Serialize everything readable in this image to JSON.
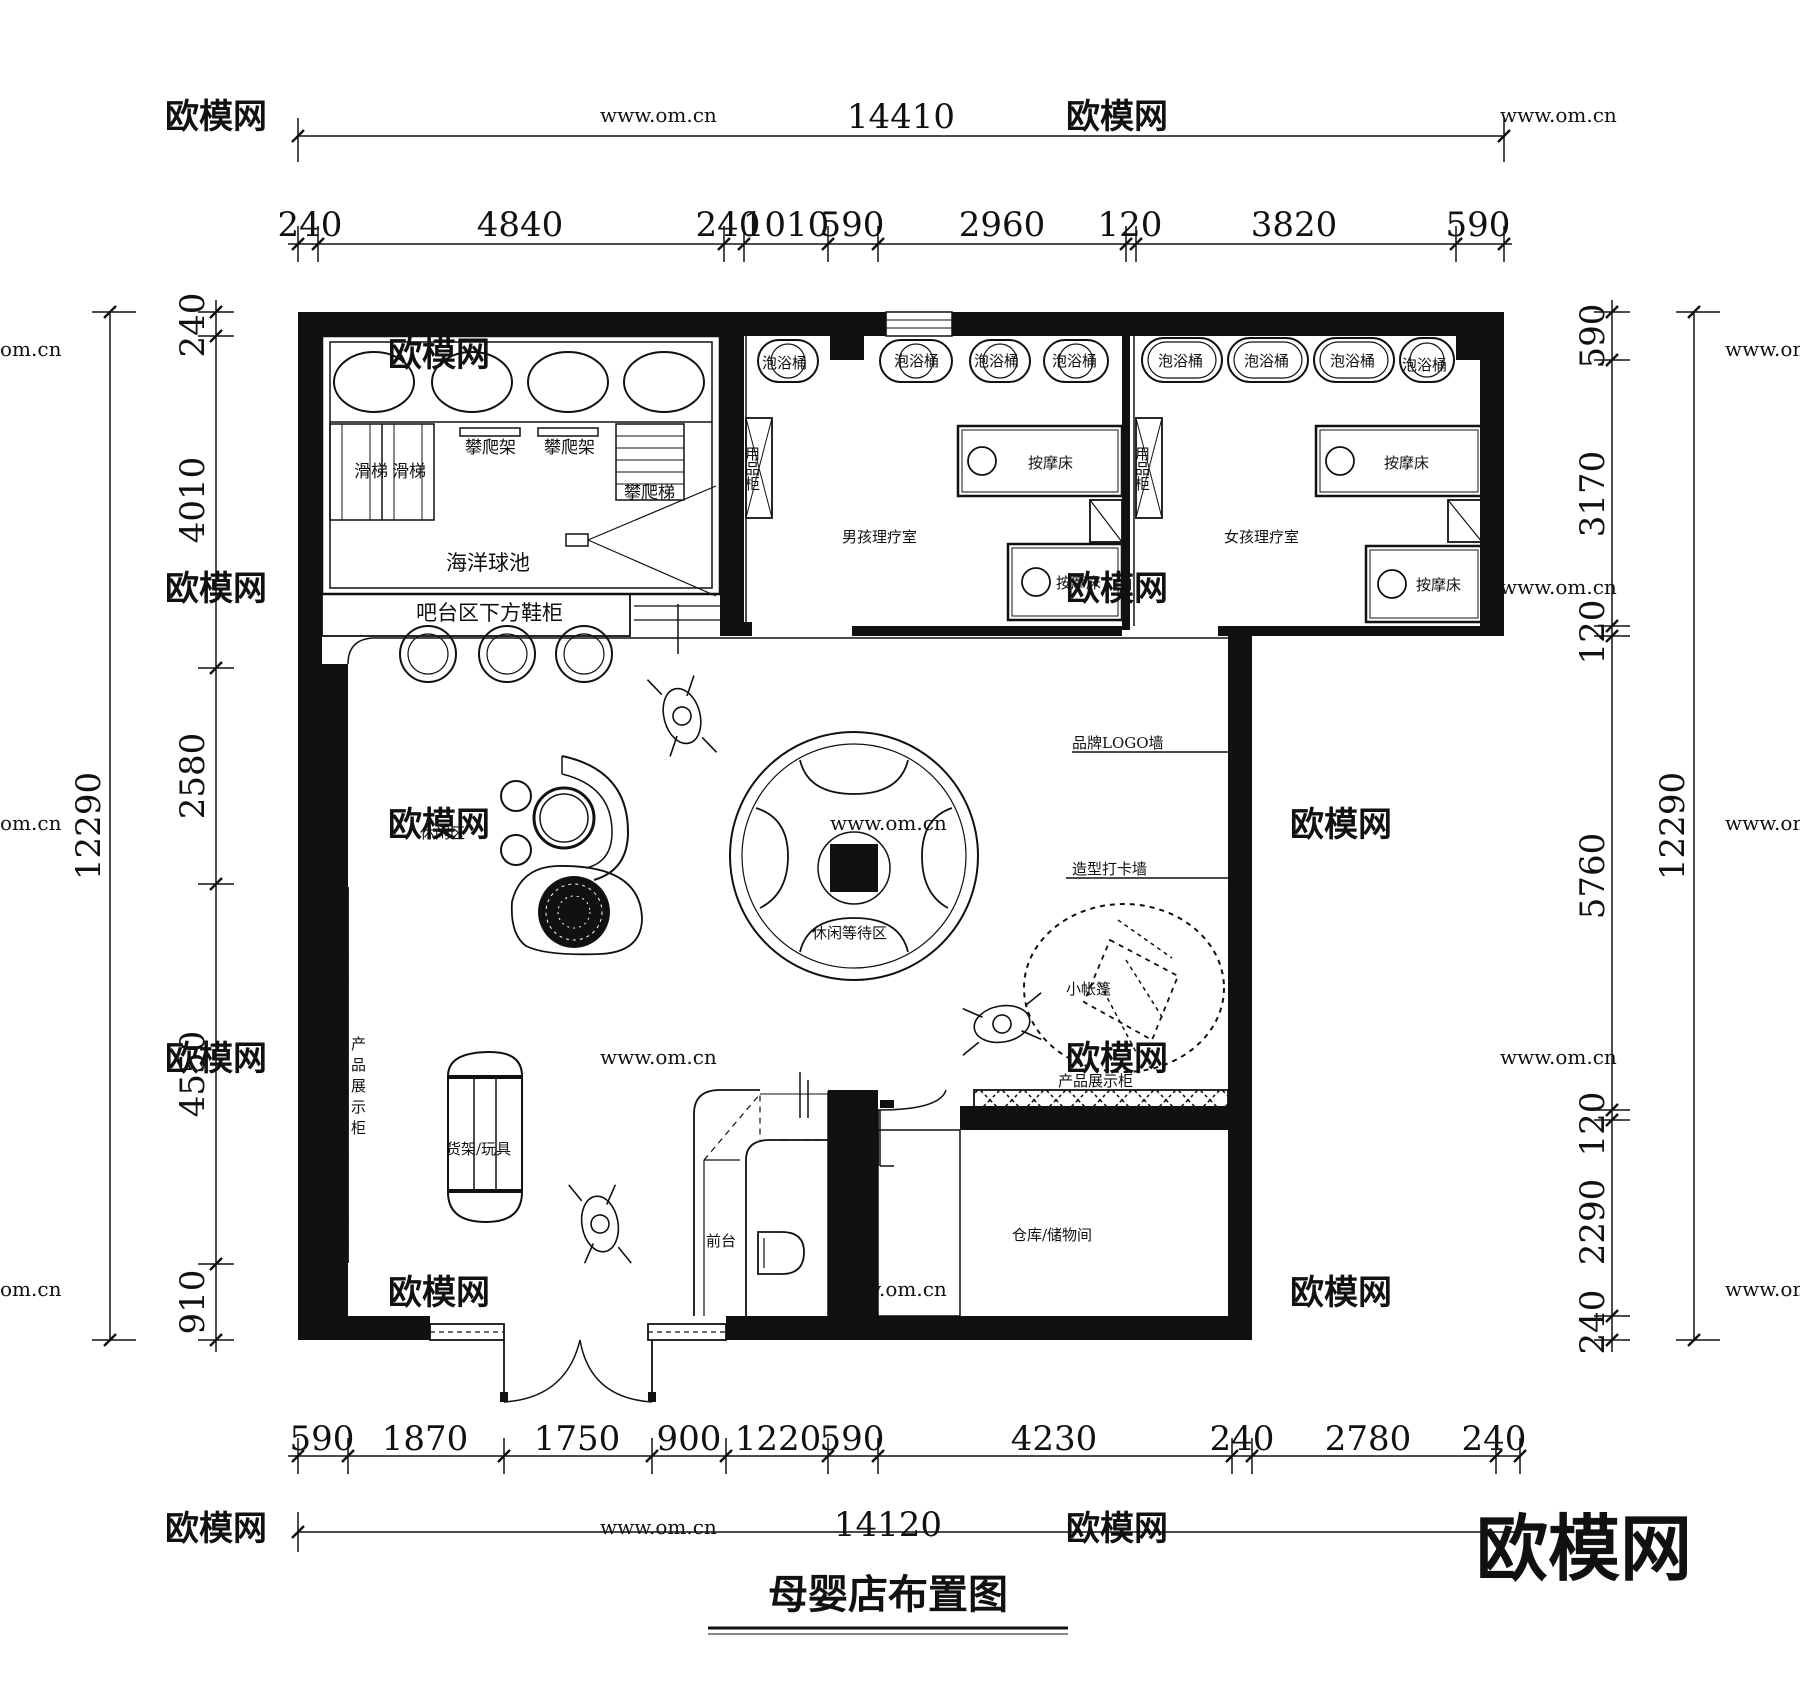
{
  "drawing": {
    "title": "母婴店布置图",
    "watermark": "欧模网",
    "watermark_url": "www.om.cn",
    "watermark_domain": "om.cn"
  },
  "dimensions": {
    "top_total": "14410",
    "top_segments": [
      "240",
      "4840",
      "240",
      "1010",
      "590",
      "2960",
      "120",
      "3820",
      "590"
    ],
    "bottom_total": "14120",
    "bottom_segments": [
      "590",
      "1870",
      "1750",
      "900",
      "1220",
      "590",
      "4230",
      "240",
      "2780",
      "240"
    ],
    "left_total": "12290",
    "left_segments": [
      "240",
      "4010",
      "2580",
      "4550",
      "910"
    ],
    "right_total": "12290",
    "right_segments": [
      "590",
      "3170",
      "120",
      "5760",
      "120",
      "2290",
      "240"
    ]
  },
  "labels": {
    "ball_pool": "海洋球池",
    "slide_1": "滑梯",
    "slide_2": "滑梯",
    "climb_frame_1": "攀爬架",
    "climb_frame_2": "攀爬架",
    "climb_ladder": "攀爬梯",
    "shoe_cabinet": "吧台区下方鞋柜",
    "boys_room": "男孩理疗室",
    "girls_room": "女孩理疗室",
    "tubs_boys": [
      "泡浴桶",
      "泡浴桶",
      "泡浴桶",
      "泡浴桶"
    ],
    "tubs_girls": [
      "泡浴桶",
      "泡浴桶",
      "泡浴桶",
      "泡浴桶"
    ],
    "massage_bed_1": "按摩床",
    "massage_bed_2": "按摩床",
    "massage_bed_3": "按摩床",
    "massage_bed_4": "按摩床",
    "goods_cabinet_boys": "用品柜",
    "goods_cabinet_girls": "用品柜",
    "brand_logo_wall": "品牌LOGO墙",
    "photo_wall": "造型打卡墙",
    "leisure_area": "休闲区",
    "waiting_area": "休闲等待区",
    "small_tent": "小帐篷",
    "product_display_side": "产品展示柜",
    "product_display_bottom": "产品展示柜",
    "shelf_toys": "货架/玩具",
    "front_desk": "前台",
    "storage": "仓库/储物间"
  }
}
